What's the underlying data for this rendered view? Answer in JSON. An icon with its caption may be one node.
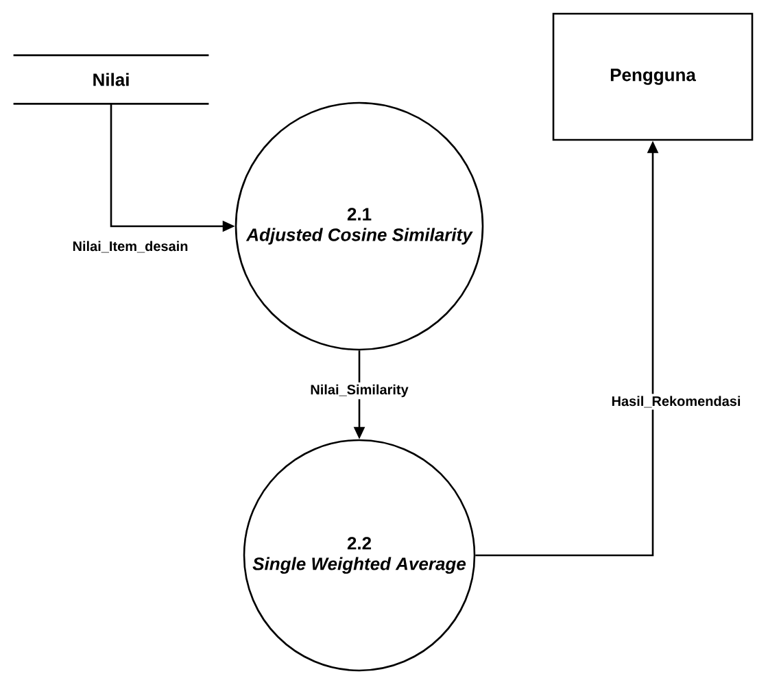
{
  "diagram": {
    "nodes": [
      {
        "text": [
          "Nilai"
        ]
      },
      {
        "text": [
          "2.1",
          "Adjusted Cosine Similarity"
        ]
      },
      {
        "text": [
          "2.2",
          "Single Weighted Average"
        ]
      },
      {
        "text": [
          "Pengguna"
        ]
      }
    ],
    "edges": [
      {
        "from": 0,
        "to": 1,
        "arrow": "to",
        "label": "Nilai_Item_desain"
      },
      {
        "from": 1,
        "to": 2,
        "arrow": "to",
        "label": "Nilai_Similarity"
      },
      {
        "from": 2,
        "to": 3,
        "arrow": "to",
        "label": "Hasil_Rekomendasi"
      }
    ]
  }
}
